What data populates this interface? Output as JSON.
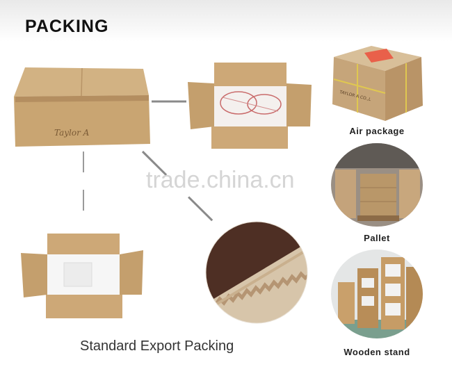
{
  "header": {
    "title": "PACKING"
  },
  "labels": {
    "air": "Air package",
    "pallet": "Pallet",
    "wooden": "Wooden stand"
  },
  "caption": "Standard Export Packing",
  "watermark": "trade.china.cn",
  "box_text": {
    "main_box_logo": "Taylor A",
    "air_box_print": "TAYLOR A CO.,L"
  },
  "colors": {
    "cardboard": "#cda877",
    "cardboard_dark": "#b68e5c",
    "connector": "#8a8a8a",
    "corrugated_dark": "#4e2f24",
    "corrugated_light": "#d7c5aa"
  }
}
